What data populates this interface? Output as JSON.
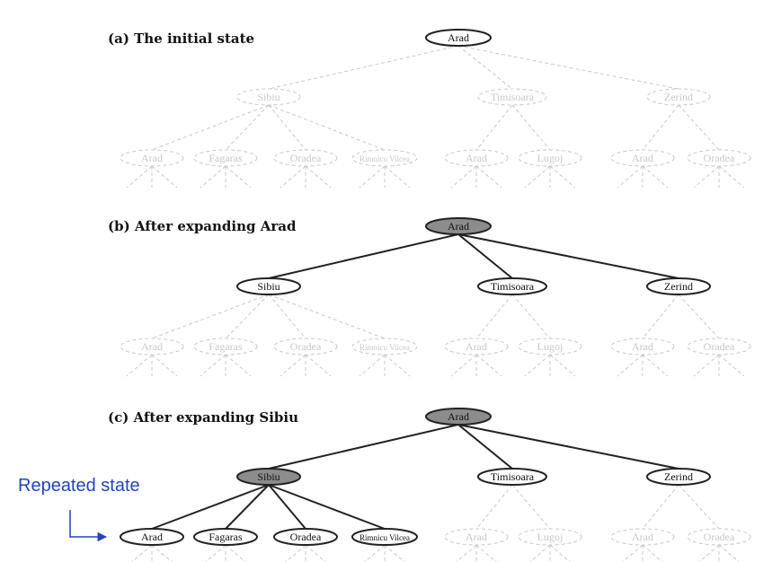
{
  "colors": {
    "faded": "#c8c8c8",
    "active": "#222222",
    "expanded_fill": "#8c8c8c",
    "callout": "#2244bb"
  },
  "annotation": {
    "text": "Repeated state"
  },
  "panels": [
    {
      "title": "(a) The initial state",
      "nodes": {
        "root": {
          "label": "Arad",
          "state": "frontier"
        },
        "l1": [
          {
            "label": "Sibiu",
            "state": "faded"
          },
          {
            "label": "Timisoara",
            "state": "faded"
          },
          {
            "label": "Zerind",
            "state": "faded"
          }
        ],
        "l2": [
          {
            "label": "Arad",
            "state": "faded"
          },
          {
            "label": "Fagaras",
            "state": "faded"
          },
          {
            "label": "Oradea",
            "state": "faded"
          },
          {
            "label": "Rimnicu Vilcea",
            "state": "faded"
          },
          {
            "label": "Arad",
            "state": "faded"
          },
          {
            "label": "Lugoj",
            "state": "faded"
          },
          {
            "label": "Arad",
            "state": "faded"
          },
          {
            "label": "Oradea",
            "state": "faded"
          }
        ]
      }
    },
    {
      "title": "(b) After expanding Arad",
      "nodes": {
        "root": {
          "label": "Arad",
          "state": "expanded"
        },
        "l1": [
          {
            "label": "Sibiu",
            "state": "frontier"
          },
          {
            "label": "Timisoara",
            "state": "frontier"
          },
          {
            "label": "Zerind",
            "state": "frontier"
          }
        ],
        "l2": [
          {
            "label": "Arad",
            "state": "faded"
          },
          {
            "label": "Fagaras",
            "state": "faded"
          },
          {
            "label": "Oradea",
            "state": "faded"
          },
          {
            "label": "Rimnicu Vilcea",
            "state": "faded"
          },
          {
            "label": "Arad",
            "state": "faded"
          },
          {
            "label": "Lugoj",
            "state": "faded"
          },
          {
            "label": "Arad",
            "state": "faded"
          },
          {
            "label": "Oradea",
            "state": "faded"
          }
        ]
      }
    },
    {
      "title": "(c) After expanding Sibiu",
      "nodes": {
        "root": {
          "label": "Arad",
          "state": "expanded"
        },
        "l1": [
          {
            "label": "Sibiu",
            "state": "expanded"
          },
          {
            "label": "Timisoara",
            "state": "frontier"
          },
          {
            "label": "Zerind",
            "state": "frontier"
          }
        ],
        "l2": [
          {
            "label": "Arad",
            "state": "frontier"
          },
          {
            "label": "Fagaras",
            "state": "frontier"
          },
          {
            "label": "Oradea",
            "state": "frontier"
          },
          {
            "label": "Rimnicu Vilcea",
            "state": "frontier"
          },
          {
            "label": "Arad",
            "state": "faded"
          },
          {
            "label": "Lugoj",
            "state": "faded"
          },
          {
            "label": "Arad",
            "state": "faded"
          },
          {
            "label": "Oradea",
            "state": "faded"
          }
        ]
      }
    }
  ]
}
